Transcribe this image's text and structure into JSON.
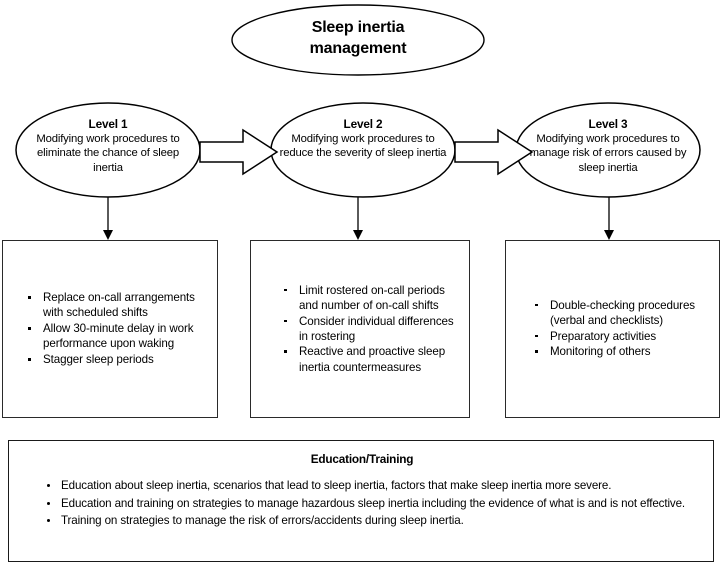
{
  "diagram": {
    "title_node": {
      "label": "Sleep inertia management",
      "line1": "Sleep inertia",
      "line2": "management"
    },
    "levels": [
      {
        "id": "level-1",
        "title": "Level 1",
        "description": "Modifying work procedures to eliminate the chance of sleep inertia",
        "items": [
          "Replace on-call arrangements with scheduled shifts",
          "Allow 30-minute delay in work performance upon waking",
          "Stagger sleep periods"
        ]
      },
      {
        "id": "level-2",
        "title": "Level 2",
        "description": "Modifying work procedures to reduce the severity of sleep inertia",
        "items": [
          "Limit rostered on-call periods and number of on-call shifts",
          "Consider individual differences in rostering",
          "Reactive and proactive sleep inertia countermeasures"
        ]
      },
      {
        "id": "level-3",
        "title": "Level 3",
        "description": "Modifying work procedures to manage risk of errors caused by sleep inertia",
        "items": [
          "Double-checking procedures (verbal and checklists)",
          "Preparatory activities",
          "Monitoring of others"
        ]
      }
    ],
    "education": {
      "title": "Education/Training",
      "items": [
        "Education about sleep inertia, scenarios that lead to sleep inertia, factors that make sleep inertia more severe.",
        "Education and training on strategies to manage hazardous sleep inertia including the evidence of what is and is not effective.",
        "Training on strategies to manage the risk of errors/accidents during sleep inertia."
      ]
    },
    "connectors": {
      "block_arrow_1": "block-arrow-level1-to-level2",
      "block_arrow_2": "block-arrow-level2-to-level3",
      "down_arrow_1": "arrow-level1-to-box1",
      "down_arrow_2": "arrow-level2-to-box2",
      "down_arrow_3": "arrow-level3-to-box3"
    },
    "colors": {
      "stroke": "#000000",
      "box_stroke": "#2a2a2a",
      "background": "#ffffff",
      "text": "#000000"
    }
  }
}
